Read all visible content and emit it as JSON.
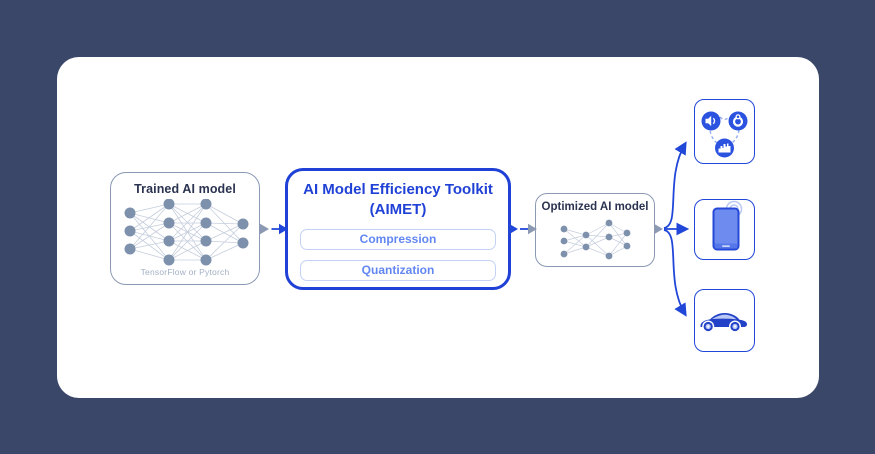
{
  "colors": {
    "background": "#3a4769",
    "card": "#ffffff",
    "accent_blue": "#1f41d6",
    "arrow_blue": "#2147d8",
    "pill_text_blue": "#6287f2",
    "gray_border": "#8b99b2",
    "node_gray": "#7e91ac",
    "dark_text": "#2b3350",
    "caption_gray": "#a3b0c4"
  },
  "flow": {
    "trained_box": {
      "title": "Trained AI model",
      "caption": "TensorFlow or Pytorch"
    },
    "aimet_box": {
      "title_line1": "AI Model Efficiency Toolkit",
      "title_line2": "(AIMET)",
      "buttons": [
        {
          "label": "Compression"
        },
        {
          "label": "Quantization"
        }
      ]
    },
    "optimized_box": {
      "title": "Optimized AI model"
    },
    "targets": [
      {
        "id": "iot-edge-devices",
        "icons": [
          "speaker-icon",
          "camera-lens-icon",
          "city-skyline-icon"
        ]
      },
      {
        "id": "smartphone",
        "icons": [
          "smartphone-icon"
        ]
      },
      {
        "id": "automotive-car",
        "icons": [
          "car-icon"
        ]
      }
    ]
  }
}
